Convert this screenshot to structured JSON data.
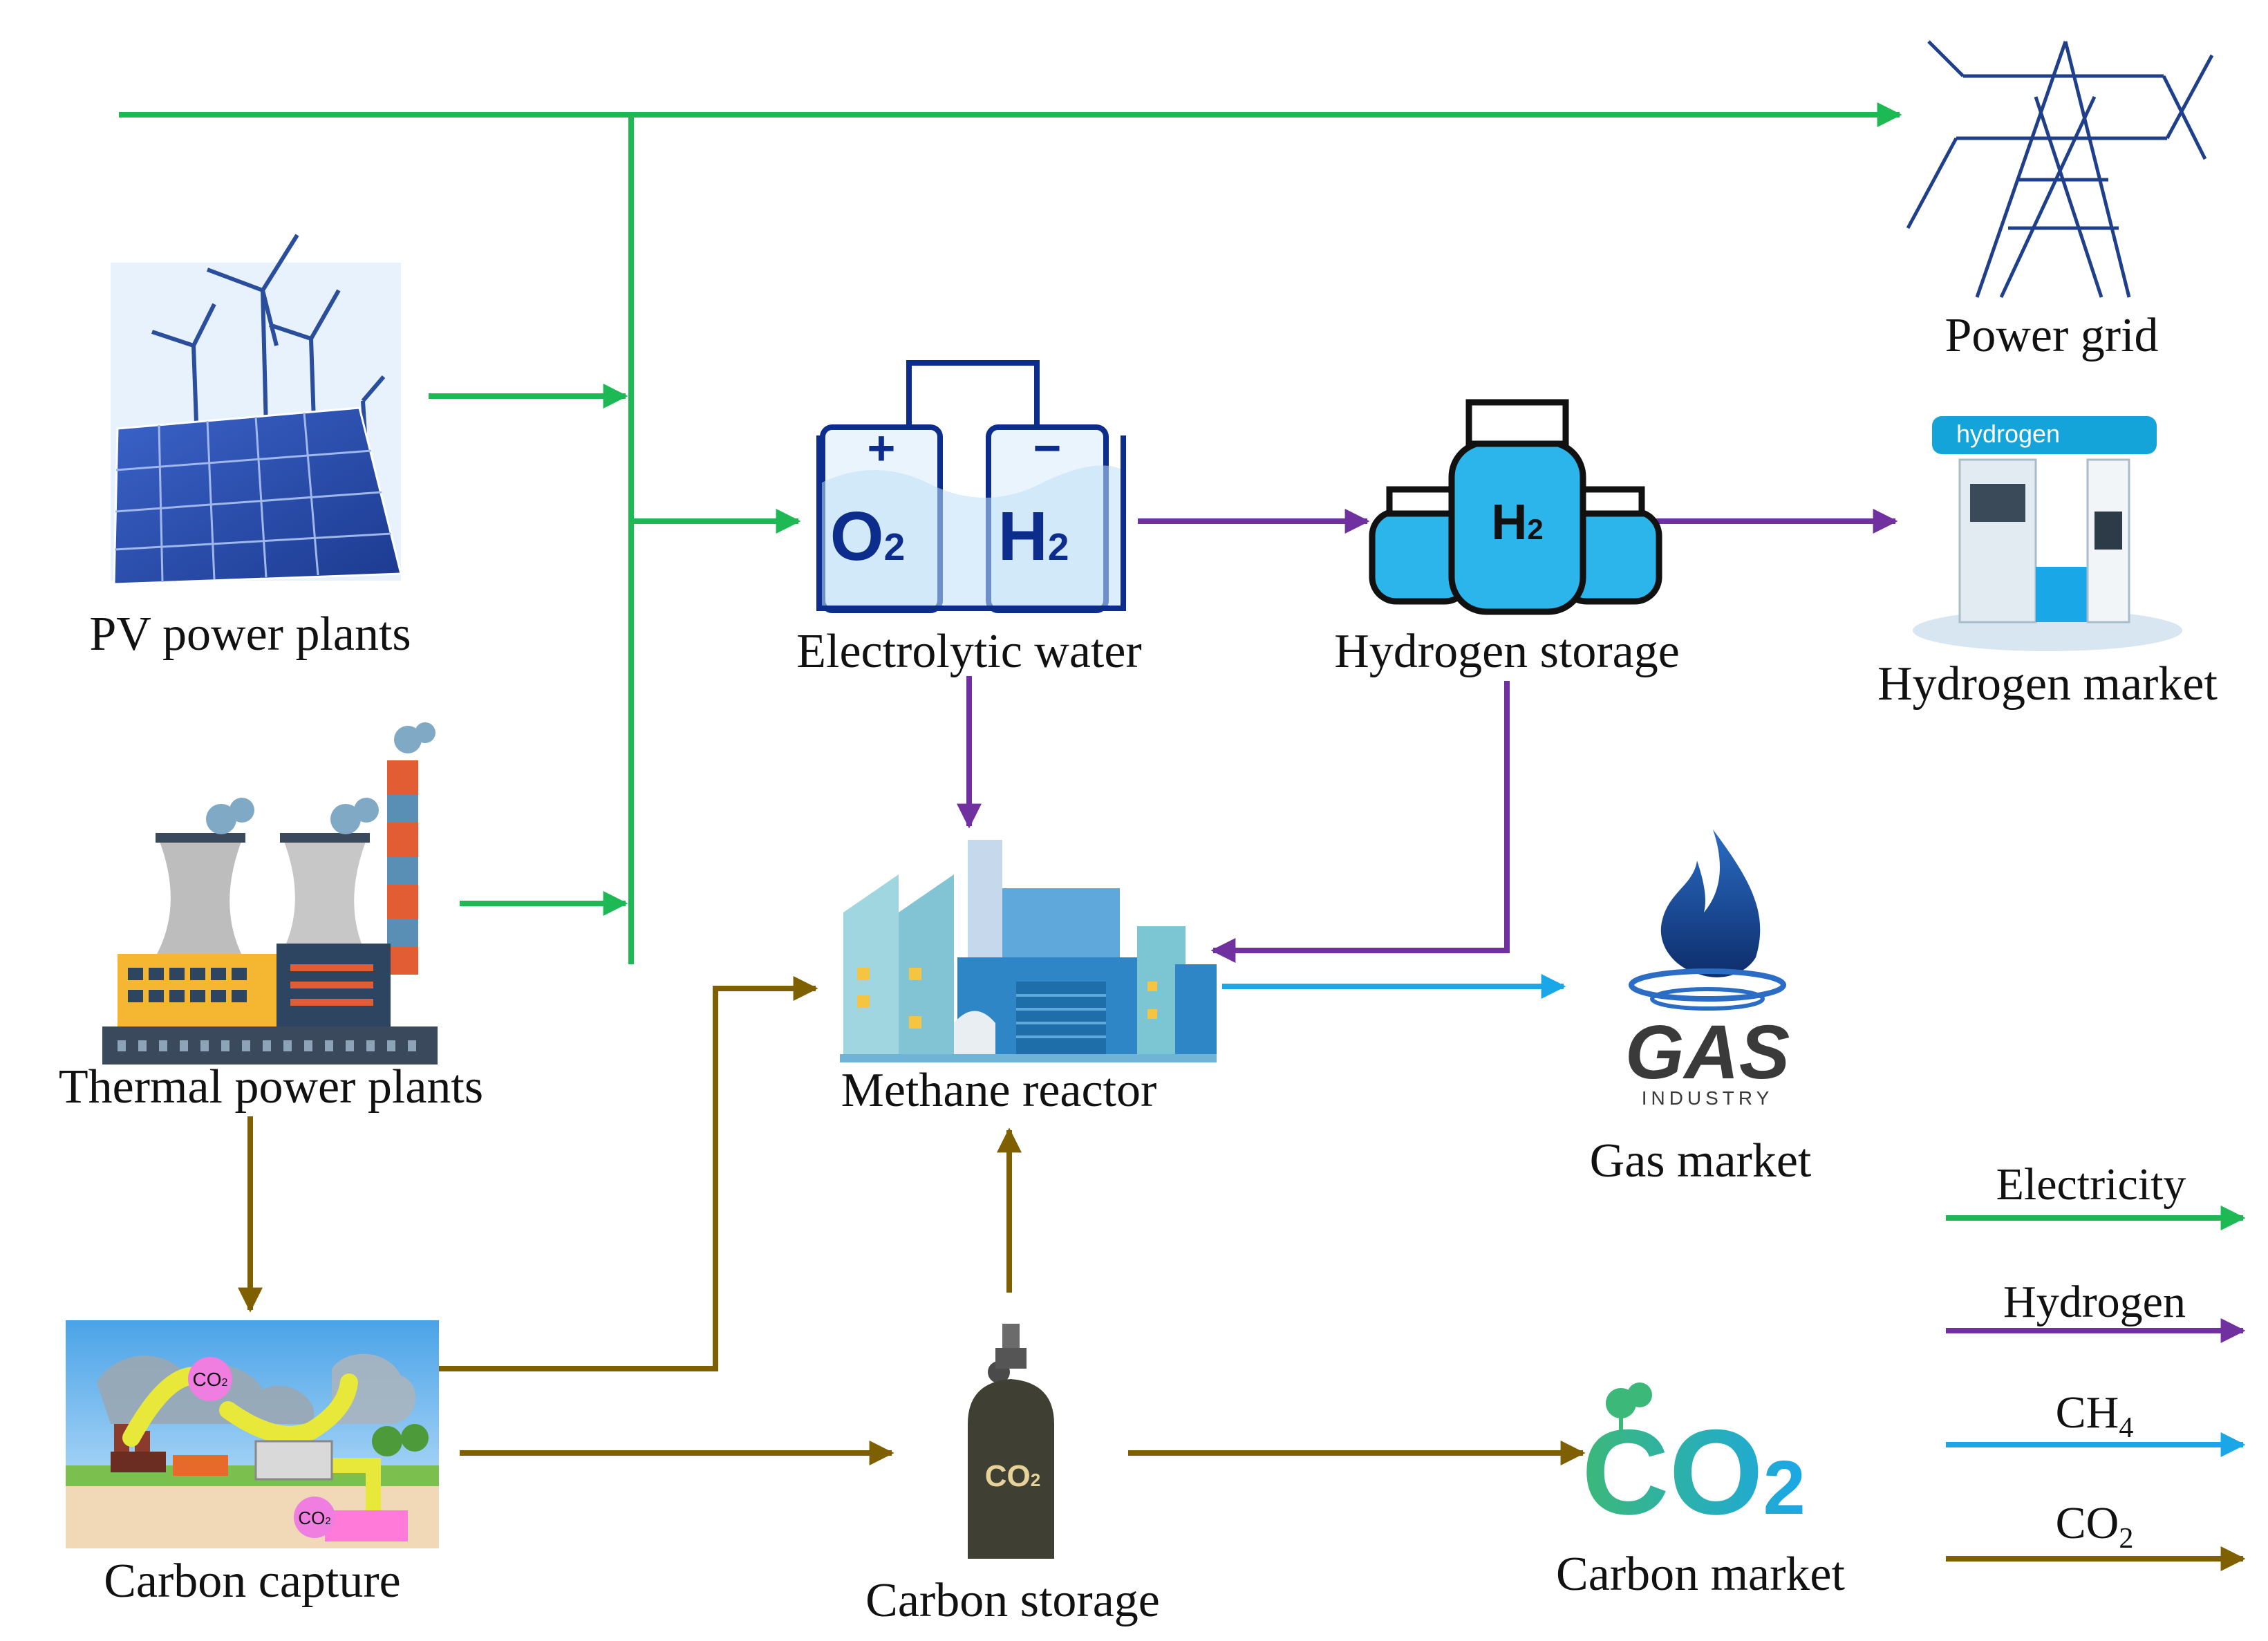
{
  "nodes": {
    "power_grid": "Power grid",
    "pv": "PV power plants",
    "thermal": "Thermal power plants",
    "electrolytic": "Electrolytic water",
    "h2_storage": "Hydrogen storage",
    "h2_market": "Hydrogen market",
    "methane": "Methane reactor",
    "gas_market": "Gas market",
    "carbon_capture": "Carbon capture",
    "carbon_storage": "Carbon storage",
    "carbon_market": "Carbon market"
  },
  "icon_text": {
    "electrolytic_plus": "+",
    "electrolytic_minus": "−",
    "o2": "O",
    "o2_sub": "2",
    "h2": "H",
    "h2_sub": "2",
    "tank_h": "H",
    "tank_h_sub": "2",
    "station_sign": "hydrogen",
    "gas_logo": "GAS",
    "gas_logo_sub": "INDUSTRY",
    "capture_co2_a": "CO",
    "capture_co2_a_sub": "2",
    "capture_co2_b": "CO",
    "capture_co2_b_sub": "2",
    "cylinder_co2": "CO",
    "cylinder_co2_sub": "2",
    "market_co2": "CO",
    "market_co2_sub": "2"
  },
  "legend": {
    "electricity": "Electricity",
    "hydrogen": "Hydrogen",
    "ch4": "CH",
    "ch4_sub": "4",
    "co2": "CO",
    "co2_sub": "2"
  },
  "colors": {
    "electricity": "#1db954",
    "hydrogen": "#7030a0",
    "ch4": "#1aa7e8",
    "co2": "#7f6000"
  }
}
